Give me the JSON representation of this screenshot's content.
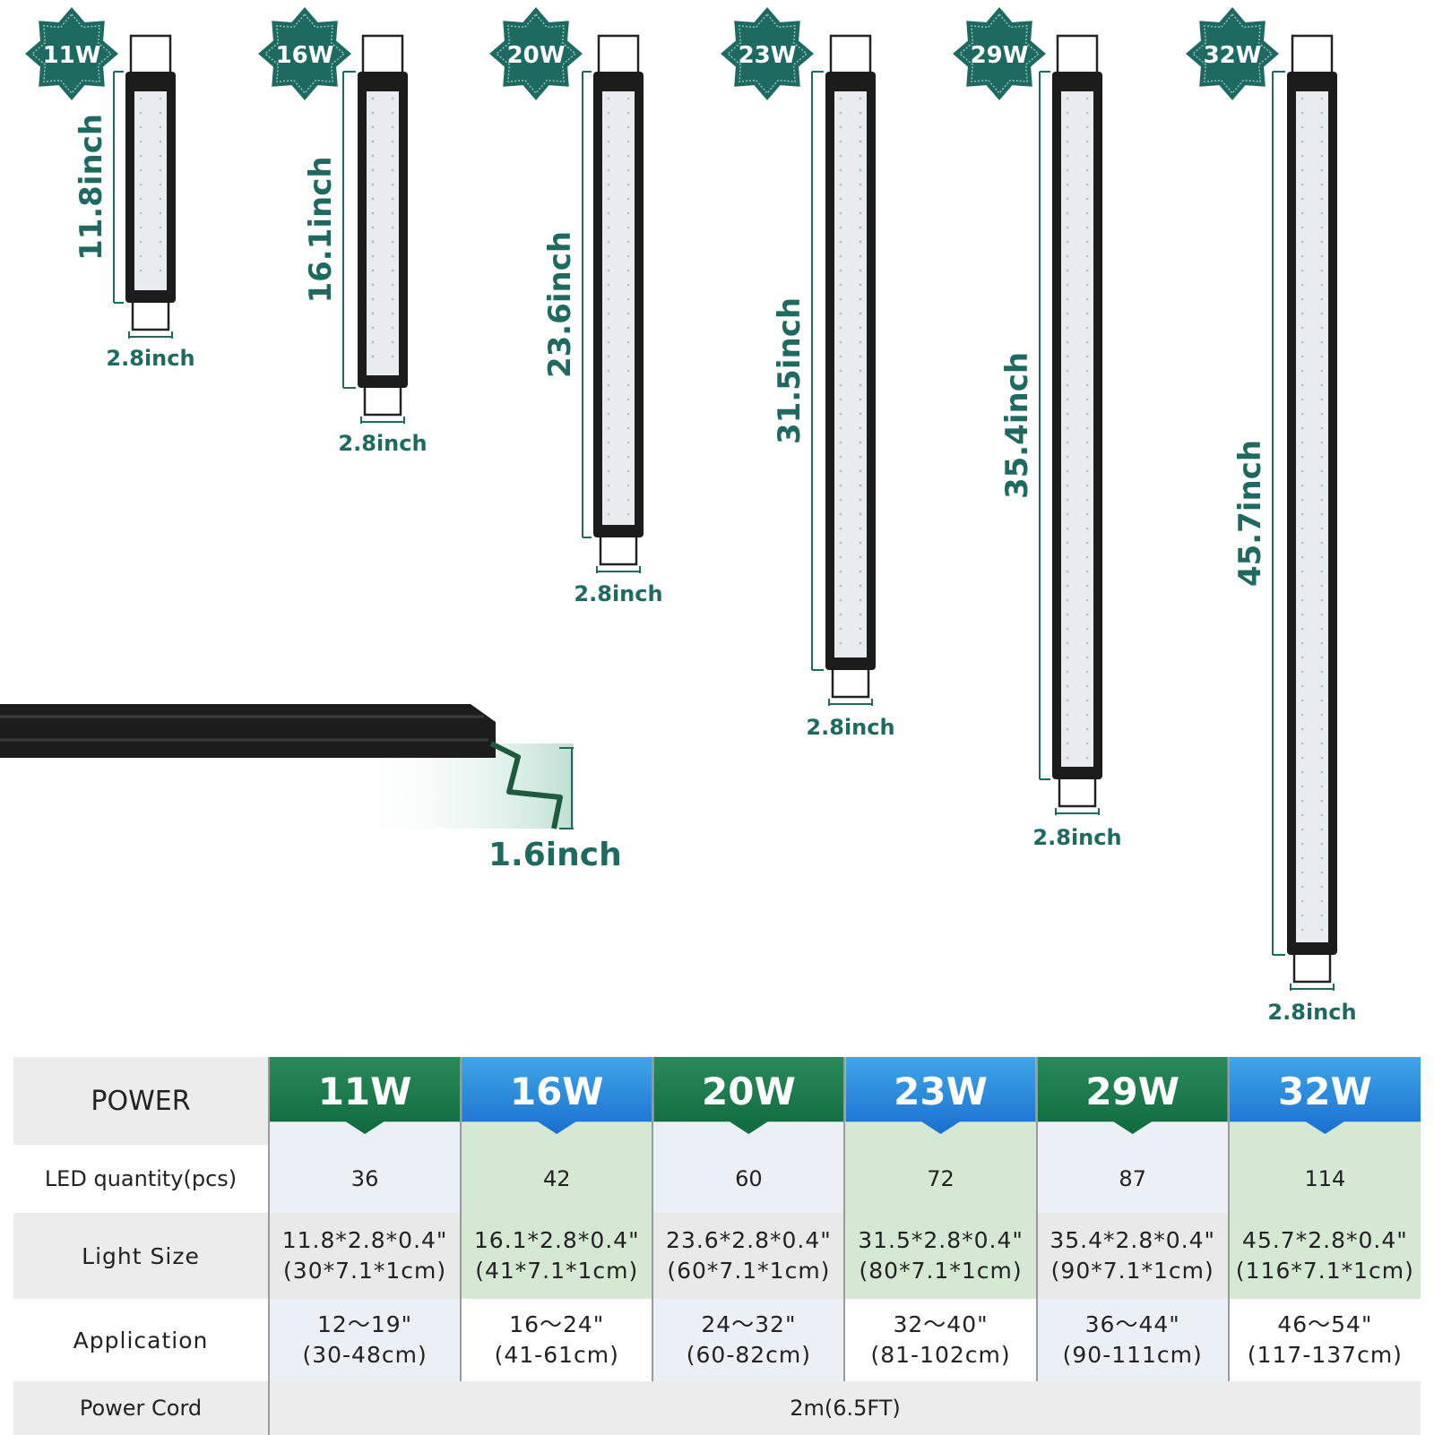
{
  "products": [
    {
      "power": "11W",
      "length": "11.8inch",
      "width": "2.8inch"
    },
    {
      "power": "16W",
      "length": "16.1inch",
      "width": "2.8inch"
    },
    {
      "power": "20W",
      "length": "23.6inch",
      "width": "2.8inch"
    },
    {
      "power": "23W",
      "length": "31.5inch",
      "width": "2.8inch"
    },
    {
      "power": "29W",
      "length": "35.4inch",
      "width": "2.8inch"
    },
    {
      "power": "32W",
      "length": "45.7inch",
      "width": "2.8inch"
    }
  ],
  "bracket_height": "1.6inch",
  "colors": {
    "badge": "#1e6a61",
    "dim_text": "#1e6a61",
    "header_green": "#137044",
    "header_blue": "#1e74d4",
    "housing": "#1c1c1c"
  },
  "table": {
    "labels": {
      "power": "POWER",
      "led": "LED quantity(pcs)",
      "size": "Light Size",
      "application": "Application",
      "cord": "Power Cord"
    },
    "columns": [
      {
        "power": "11W",
        "led": "36",
        "size": "11.8*2.8*0.4\"",
        "size_cm": "(30*7.1*1cm)",
        "app": "12～19\"",
        "app_cm": "(30-48cm)"
      },
      {
        "power": "16W",
        "led": "42",
        "size": "16.1*2.8*0.4\"",
        "size_cm": "(41*7.1*1cm)",
        "app": "16～24\"",
        "app_cm": "(41-61cm)"
      },
      {
        "power": "20W",
        "led": "60",
        "size": "23.6*2.8*0.4\"",
        "size_cm": "(60*7.1*1cm)",
        "app": "24～32\"",
        "app_cm": "(60-82cm)"
      },
      {
        "power": "23W",
        "led": "72",
        "size": "31.5*2.8*0.4\"",
        "size_cm": "(80*7.1*1cm)",
        "app": "32～40\"",
        "app_cm": "(81-102cm)"
      },
      {
        "power": "29W",
        "led": "87",
        "size": "35.4*2.8*0.4\"",
        "size_cm": "(90*7.1*1cm)",
        "app": "36～44\"",
        "app_cm": "(90-111cm)"
      },
      {
        "power": "32W",
        "led": "114",
        "size": "45.7*2.8*0.4\"",
        "size_cm": "(116*7.1*1cm)",
        "app": "46～54\"",
        "app_cm": "(117-137cm)"
      }
    ],
    "cord": "2m(6.5FT)"
  }
}
